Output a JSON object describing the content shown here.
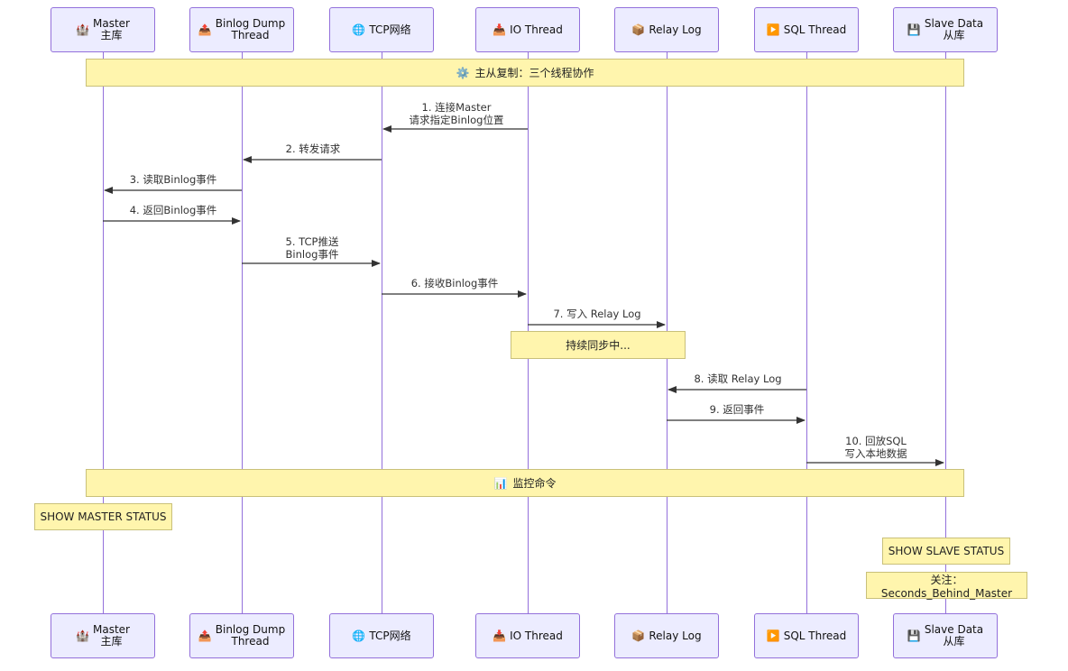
{
  "participants": [
    {
      "icon": "🏰",
      "icon_name": "castle-icon",
      "label": "Master\n主库"
    },
    {
      "icon": "📤",
      "icon_name": "outbox-icon",
      "label": "Binlog Dump\nThread"
    },
    {
      "icon": "🌐",
      "icon_name": "globe-icon",
      "label": "TCP网络"
    },
    {
      "icon": "📥",
      "icon_name": "inbox-icon",
      "label": "IO Thread"
    },
    {
      "icon": "📦",
      "icon_name": "package-icon",
      "label": "Relay Log"
    },
    {
      "icon": "▶️",
      "icon_name": "play-icon",
      "label": "SQL Thread"
    },
    {
      "icon": "💾",
      "icon_name": "floppy-disk-icon",
      "label": "Slave Data\n从库"
    }
  ],
  "banners": {
    "replication": {
      "icon": "⚙️",
      "icon_name": "gear-icon",
      "text": "主从复制：三个线程协作"
    },
    "monitor": {
      "icon": "📊",
      "icon_name": "bar-chart-icon",
      "text": "监控命令"
    }
  },
  "messages": [
    {
      "from": 3,
      "to": 2,
      "label": "1. 连接Master\n请求指定Binlog位置"
    },
    {
      "from": 2,
      "to": 1,
      "label": "2. 转发请求"
    },
    {
      "from": 1,
      "to": 0,
      "label": "3. 读取Binlog事件"
    },
    {
      "from": 0,
      "to": 1,
      "label": "4. 返回Binlog事件"
    },
    {
      "from": 1,
      "to": 2,
      "label": "5. TCP推送\nBinlog事件"
    },
    {
      "from": 2,
      "to": 3,
      "label": "6. 接收Binlog事件"
    },
    {
      "from": 3,
      "to": 4,
      "label": "7. 写入 Relay Log"
    },
    {
      "from": 5,
      "to": 4,
      "label": "8. 读取 Relay Log"
    },
    {
      "from": 4,
      "to": 5,
      "label": "9. 返回事件"
    },
    {
      "from": 5,
      "to": 6,
      "label": "10. 回放SQL\n写入本地数据"
    }
  ],
  "notes": {
    "sync": "持续同步中...",
    "show_master": "SHOW MASTER STATUS",
    "show_slave": "SHOW SLAVE STATUS",
    "attention": "关注：Seconds_Behind_Master"
  }
}
